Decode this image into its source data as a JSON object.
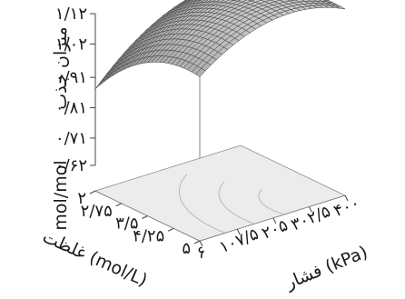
{
  "chart_data": {
    "type": "surface3d",
    "zlabel_title": "میزان جذب",
    "zlabel_unit": "mol/mol",
    "xlabel": "غلظت (mol/L)",
    "ylabel": "فشار (kPa)",
    "z_ticks": [
      "۰/۶۲",
      "۰/۷۱",
      "۰/۸۱",
      "۰/۹۱",
      "۱/۰۲",
      "۱/۱۲"
    ],
    "z_values": [
      0.62,
      0.71,
      0.81,
      0.91,
      1.02,
      1.12
    ],
    "x_ticks": [
      "۲",
      "۲/۷۵",
      "۳/۵",
      "۴/۲۵",
      "۵"
    ],
    "x_values": [
      2,
      2.75,
      3.5,
      4.25,
      5
    ],
    "y_ticks": [
      "۶",
      "۱۰۷/۵",
      "۲۰۵",
      "۳۰۲/۵",
      "۴۰۰"
    ],
    "y_values": [
      6,
      107.5,
      205,
      302.5,
      400
    ],
    "grid_resolution": 26,
    "surface_color": "#8a8a8a",
    "mesh_color": "#3a3a3a",
    "floor_color": "#ececec"
  }
}
